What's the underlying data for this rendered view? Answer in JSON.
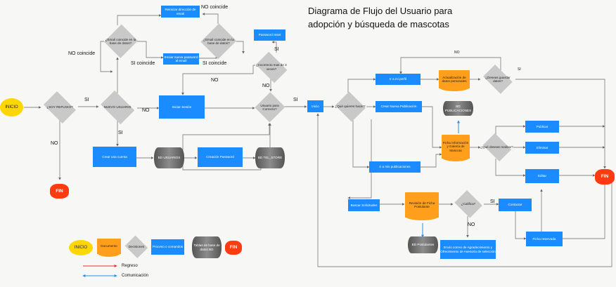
{
  "title_line1": "Diagrama de Flujo del Usuario para",
  "title_line2": "adopción y búsqueda de mascotas",
  "nodes": {
    "inicio": "INICIO",
    "soy_refugio": "¿SOY REFUGIO?",
    "fin_left": "FIN",
    "nuevo_usuario": "NUEVO USUARIO",
    "email_base": "¿Email coincide en la base de datos?",
    "reiniciar": "Reiniciar dirección de email",
    "email_base2": "¿Email coincide en la base de datos?",
    "enviar_pw": "Enviar nueva password al email",
    "password_reset": "Password reset",
    "incorrecto": "¿Incorrecto mas de 3 veces?",
    "crear_cuenta": "Crear una cuenta",
    "bd_usuarios": "BD USUARIOS",
    "creacion_pw": "Creación Password",
    "bd_tel": "BD TEL_STORE",
    "iniciar_sesion": "Iniciar Sesión",
    "usuario_correcto": "Usuario para Correcto?",
    "inicio_box": "Inicio",
    "que_hacer": "¿Qué quieres hacer?",
    "ir_perfil": "Ir a mi perfil",
    "actualizacion": "Actualización de datos personales",
    "desea_guardar": "¿Deseas guardar datos?",
    "crear_pub": "Crear Nueva Publicación",
    "bd_pub": "BD PUBLICACIONES",
    "ficha": "Ficha Información y Galería de Mascota",
    "que_realizar": "¿Qué deseas realizar?",
    "publicar": "Publicar",
    "eliminar": "Eliminar",
    "editar": "Editar",
    "ir_publicaciones": "Ir a mis publicaciones",
    "fin_right": "FIN",
    "buscar_sol": "Buscar Solicitudes",
    "revision": "Revisión de Ficha Postulante",
    "califica": "¿Califica?",
    "contactar": "Contactar",
    "bd_post": "BD Postulantes",
    "envio_correo": "Envío correo de Agradecimiento y Ofrecimiento de Asesoría de selección",
    "ficha_reservada": "Ficha reservada"
  },
  "labels": {
    "no_coincide_top": "NO coincide",
    "no_coincide_left": "NO coincide",
    "si_coincide_1": "SI coincide",
    "si_coincide_2": "SI coincide",
    "si_1": "SI",
    "no_1": "NO",
    "si_2": "SI",
    "no_2": "NO",
    "si_3": "SI",
    "no_3": "NO",
    "no_4": "NO",
    "si_4": "SI",
    "no_perfil": "NO",
    "si_perfil": "SI",
    "si_cal": "SI",
    "no_cal": "NO"
  },
  "legend": {
    "inicio": "INICIO",
    "documento": "Documento",
    "decision": "Decisiones",
    "proceso": "Proceso o comandos",
    "tablas": "Tablas de base de datos BD",
    "fin": "FIN",
    "regreso": "Regreso",
    "comunicacion": "Comunicación"
  },
  "colors": {
    "process": "#1a8cff",
    "document": "#ff9f1c",
    "decision": "#c9c9c9",
    "fin": "#ff3b12",
    "start": "#ffd700",
    "regreso": "#e8302a",
    "comunicacion": "#2b8ce6"
  }
}
